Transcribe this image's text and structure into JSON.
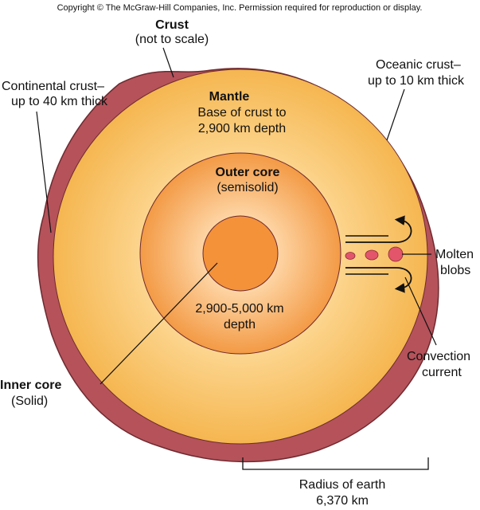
{
  "copyright": "Copyright © The McGraw-Hill Companies, Inc. Permission required for reproduction or display.",
  "crust": {
    "title": "Crust",
    "subtitle": "(not to scale)"
  },
  "continental": {
    "line1": "Continental crust–",
    "line2": "up to 40 km thick"
  },
  "oceanic": {
    "line1": "Oceanic crust–",
    "line2": "up to 10 km thick"
  },
  "mantle": {
    "title": "Mantle",
    "line1": "Base of crust to",
    "line2": "2,900 km depth"
  },
  "outer_core": {
    "title": "Outer core",
    "subtitle": "(semisolid)",
    "depth1": "2,900-5,000 km",
    "depth2": "depth"
  },
  "inner_core": {
    "title": "Inner core",
    "subtitle": "(Solid)"
  },
  "molten": {
    "line1": "Molten",
    "line2": "blobs"
  },
  "convection": {
    "line1": "Convection",
    "line2": "current"
  },
  "radius": {
    "line1": "Radius of earth",
    "line2": "6,370 km"
  },
  "colors": {
    "crust": "#b5525a",
    "crust_edge": "#6e2a30",
    "mantle_edge": "#f2b24e",
    "mantle_center": "#ffe0a3",
    "outer_edge": "#f2923e",
    "outer_center": "#ffd9ad",
    "inner": "#f4923a",
    "blob": "#e2556a"
  }
}
